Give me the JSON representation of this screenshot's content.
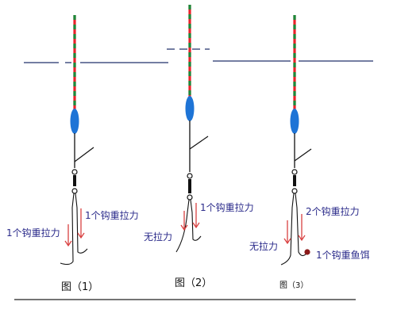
{
  "colors": {
    "float_red": "#e8232a",
    "float_green": "#1a8a3a",
    "float_body": "#1e74d6",
    "water_line": "#22306a",
    "arrow": "#d94141",
    "line": "#111111",
    "text": "#2a2a8a",
    "bait": "#8b1a1a"
  },
  "figures": [
    {
      "caption": "图（1）",
      "labels": {
        "upper_hook": "1个钩重拉力",
        "lower_hook": "1个钩重拉力"
      }
    },
    {
      "caption": "图（2）",
      "labels": {
        "upper_hook": "1个钩重拉力",
        "lower_hook": "无拉力"
      }
    },
    {
      "caption": "图（3）",
      "labels": {
        "upper_hook": "2个钩重拉力",
        "lower_hook": "无拉力",
        "bait": "1个钩重鱼饵"
      }
    }
  ]
}
